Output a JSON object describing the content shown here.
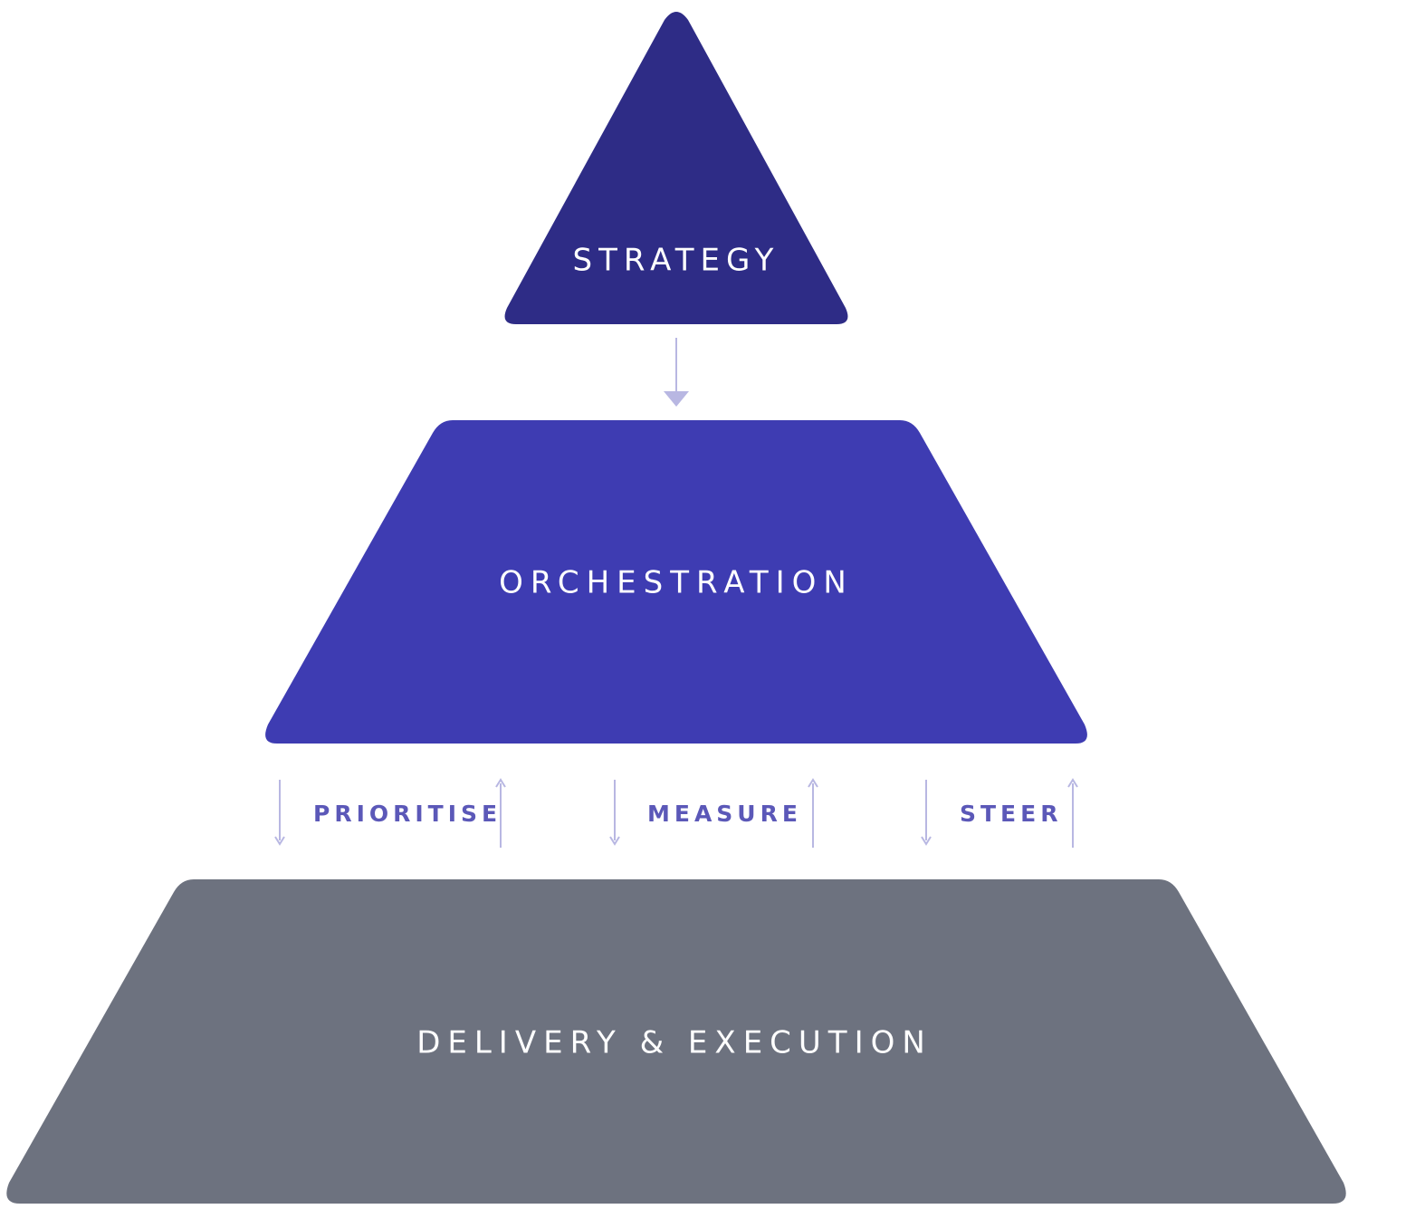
{
  "colors": {
    "strategy": "#2e2c86",
    "orchestration": "#3e3cb2",
    "delivery": "#6d727f",
    "arrow": "#b8b7e2",
    "verb_text": "#5b58b8",
    "label_text": "#ffffff"
  },
  "tiers": {
    "strategy": {
      "label": "STRATEGY"
    },
    "orchestration": {
      "label": "ORCHESTRATION"
    },
    "delivery": {
      "label": "DELIVERY & EXECUTION"
    }
  },
  "connector": {
    "icon": "arrow-down-icon"
  },
  "feedback": [
    {
      "label": "PRIORITISE"
    },
    {
      "label": "MEASURE"
    },
    {
      "label": "STEER"
    }
  ]
}
